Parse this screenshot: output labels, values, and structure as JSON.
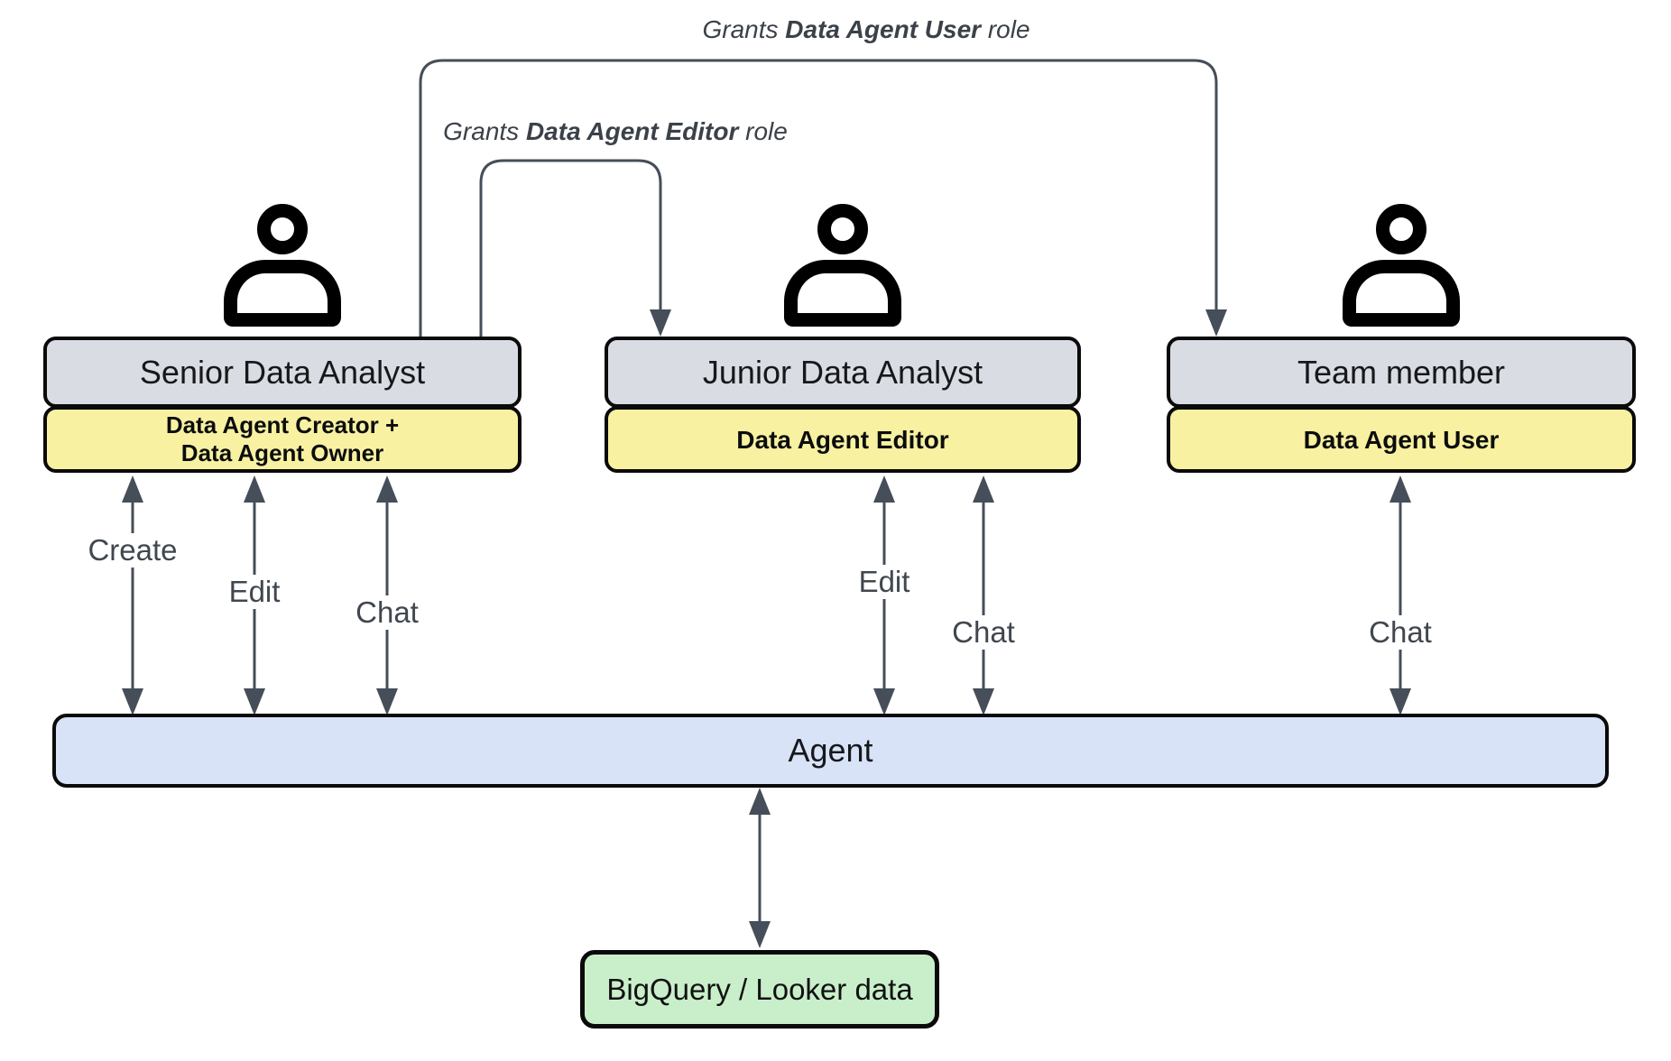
{
  "colors": {
    "canvas": "#ffffff",
    "title-box": "#d9dce2",
    "role-box": "#f8f1a1",
    "agent-box": "#d8e3f8",
    "data-box": "#c9efca",
    "box-border": "#0a0a0a",
    "wire": "#454e59",
    "icon": "#000000",
    "op-label": "#40474f",
    "grant-label": "#3b4148"
  },
  "icons": {
    "actor": "person-icon"
  },
  "actors": [
    {
      "title": "Senior Data Analyst",
      "role_line1": "Data Agent Creator +",
      "role_line2": "Data Agent Owner"
    },
    {
      "title": "Junior Data Analyst",
      "role_line1": "Data Agent Editor",
      "role_line2": ""
    },
    {
      "title": "Team member",
      "role_line1": "Data Agent User",
      "role_line2": ""
    }
  ],
  "grants": [
    {
      "pre": "Grants ",
      "bold": "Data Agent User",
      "post": " role"
    },
    {
      "pre": "Grants ",
      "bold": "Data Agent Editor",
      "post": " role"
    }
  ],
  "interactions": {
    "senior": [
      "Create",
      "Edit",
      "Chat"
    ],
    "junior": [
      "Edit",
      "Chat"
    ],
    "team": [
      "Chat"
    ]
  },
  "agent": {
    "label": "Agent"
  },
  "datasource": {
    "label": "BigQuery / Looker data"
  }
}
